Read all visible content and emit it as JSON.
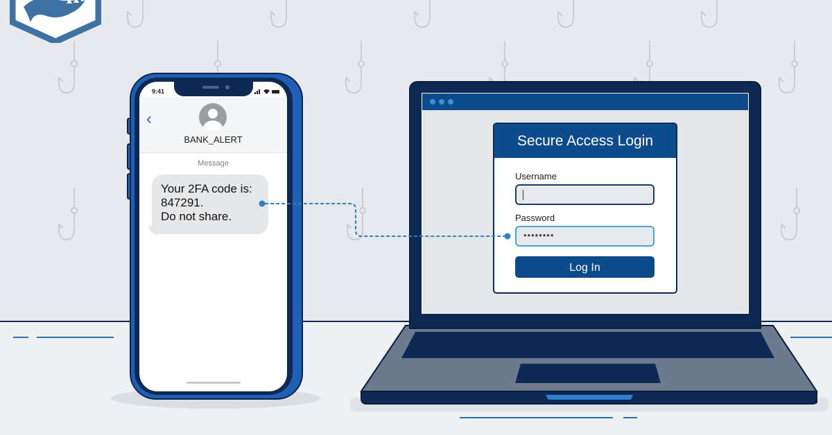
{
  "logo": {
    "icon": "shark-shield-logo"
  },
  "colors": {
    "background": "#e6e9ed",
    "floor": "#eef1f3",
    "navy": "#0e2a54",
    "accent_blue": "#0c4c8c",
    "phone_frame": "#1f5fb5",
    "connector": "#2f7fc4"
  },
  "phone": {
    "status_bar": {
      "time": "9:41",
      "icons": [
        "signal-icon",
        "wifi-icon",
        "battery-icon"
      ]
    },
    "header": {
      "back_icon": "chevron-left-icon",
      "back_glyph": "‹",
      "avatar_icon": "person-icon",
      "contact_name": "BANK_ALERT"
    },
    "thread_label": "Message",
    "message": {
      "line1": "Your 2FA code is:",
      "line2": "847291.",
      "line3": "Do not share."
    }
  },
  "connector": {
    "style": "dotted",
    "from": "sms-code",
    "to": "password-field"
  },
  "laptop": {
    "window": {
      "controls": [
        "dot",
        "dot",
        "dot"
      ]
    },
    "login": {
      "title": "Secure Access Login",
      "username_label": "Username",
      "username_value": "",
      "password_label": "Password",
      "password_value": "••••••••",
      "button_label": "Log In"
    }
  }
}
